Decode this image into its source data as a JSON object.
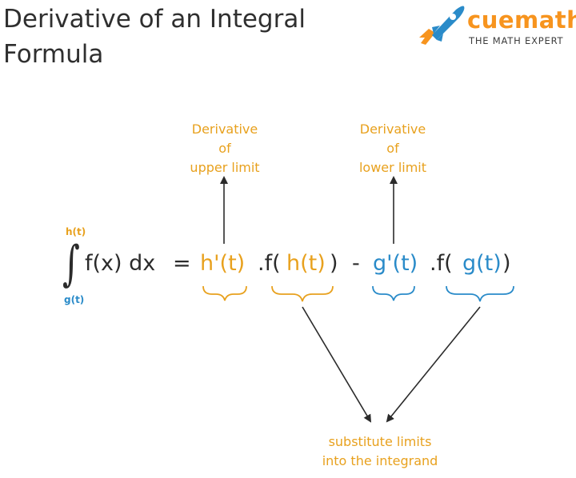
{
  "title_line1": "Derivative of an Integral",
  "title_line2": "Formula",
  "logo": {
    "name": "cuemath",
    "tagline": "THE MATH EXPERT",
    "colors": {
      "rocket": "#2a8bc9",
      "flame": "#f7941e",
      "name": "#f7941e"
    }
  },
  "annotations": {
    "upper": [
      "Derivative",
      "of",
      "upper limit"
    ],
    "lower": [
      "Derivative",
      "of",
      "lower limit"
    ],
    "substitute": [
      "substitute limits",
      "into the integrand"
    ]
  },
  "integral": {
    "symbol": "∫",
    "upper_limit": "h(t)",
    "lower_limit": "g(t)",
    "integrand": "f(x) dx",
    "equals": "="
  },
  "rhs": {
    "h_prime": "h'(t)",
    "f_open_1": ".f(",
    "h_t": "h(t)",
    "close_1": ")",
    "minus": "-",
    "g_prime": "g'(t)",
    "f_open_2": ".f(",
    "g_t": "g(t)",
    "close_2": ")"
  },
  "colors": {
    "upper": "#e8a11e",
    "lower": "#2a8bc9",
    "text": "#2b2b2b"
  }
}
